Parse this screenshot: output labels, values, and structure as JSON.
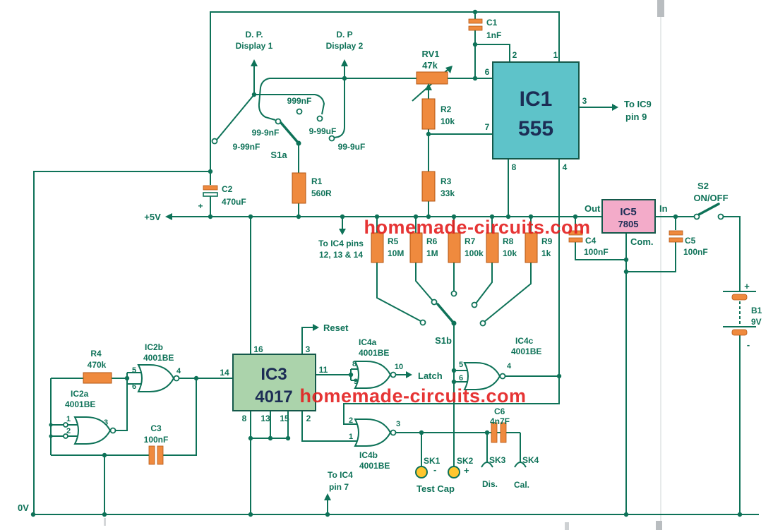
{
  "title": "capacitance meter schematic",
  "colors": {
    "wire_green": "#0e7258",
    "component_orange": "#ef8a3e",
    "ic1_fill": "#5ec3c9",
    "ic3_fill": "#abd3ab",
    "ic5_fill": "#f3abc9",
    "ic_text_navy": "#1c2d55",
    "watermark_red": "#e41f1f",
    "socket_yellow": "#ffc62e"
  },
  "watermark": {
    "text": "homemade-circuits.com"
  },
  "power": {
    "plus5v": "+5V",
    "zerov": "0V"
  },
  "displays": {
    "dp1_line1": "D. P.",
    "dp1_line2": "Display 1",
    "dp2_line1": "D. P",
    "dp2_line2": "Display 2"
  },
  "s1a": {
    "label": "S1a",
    "pos_top": "999nF",
    "pos_left": "99-9nF",
    "pos_right": "9-99uF",
    "pos_far_left": "9-99nF",
    "pos_far_right": "99-9uF"
  },
  "s1b": {
    "label": "S1b"
  },
  "s2": {
    "label": "S2",
    "mode": "ON/OFF"
  },
  "battery": {
    "name": "B1",
    "voltage": "9V",
    "plus": "+",
    "minus": "-"
  },
  "resistors": {
    "r1": {
      "name": "R1",
      "value": "560R"
    },
    "r2": {
      "name": "R2",
      "value": "10k"
    },
    "r3": {
      "name": "R3",
      "value": "33k"
    },
    "r4": {
      "name": "R4",
      "value": "470k"
    },
    "r5": {
      "name": "R5",
      "value": "10M"
    },
    "r6": {
      "name": "R6",
      "value": "1M"
    },
    "r7": {
      "name": "R7",
      "value": "100k"
    },
    "r8": {
      "name": "R8",
      "value": "10k"
    },
    "r9": {
      "name": "R9",
      "value": "1k"
    },
    "rv1": {
      "name": "RV1",
      "value": "47k"
    }
  },
  "capacitors": {
    "c1": {
      "name": "C1",
      "value": "1nF"
    },
    "c2": {
      "name": "C2",
      "value": "470uF",
      "plus": "+"
    },
    "c3": {
      "name": "C3",
      "value": "100nF"
    },
    "c4": {
      "name": "C4",
      "value": "100nF"
    },
    "c5": {
      "name": "C5",
      "value": "100nF"
    },
    "c6": {
      "name": "C6",
      "value": "4n7F"
    }
  },
  "ics": {
    "ic1": {
      "name": "IC1",
      "part": "555",
      "pins": {
        "p1": "1",
        "p2": "2",
        "p3": "3",
        "p4": "4",
        "p6": "6",
        "p7": "7",
        "p8": "8"
      }
    },
    "ic2a": {
      "name": "IC2a",
      "part": "4001BE",
      "pins": {
        "in1": "1",
        "in2": "2",
        "out": "3"
      }
    },
    "ic2b": {
      "name": "IC2b",
      "part": "4001BE",
      "pins": {
        "in1": "5",
        "in2": "6",
        "out": "4"
      }
    },
    "ic3": {
      "name": "IC3",
      "part": "4017",
      "pins": {
        "p16": "16",
        "p3": "3",
        "p14": "14",
        "p11": "11",
        "p8": "8",
        "p13": "13",
        "p15": "15",
        "p2": "2"
      }
    },
    "ic4a": {
      "name": "IC4a",
      "part": "4001BE",
      "pins": {
        "in1": "8",
        "in2": "9",
        "out": "10"
      }
    },
    "ic4b": {
      "name": "IC4b",
      "part": "4001BE",
      "pins": {
        "in1": "2",
        "in2": "1",
        "out": "3"
      }
    },
    "ic4c": {
      "name": "IC4c",
      "part": "4001BE",
      "pins": {
        "in1": "5",
        "in2": "6",
        "out": "4"
      }
    },
    "ic5": {
      "name": "IC5",
      "part": "7805",
      "pins": {
        "out": "Out",
        "in": "In",
        "com": "Com."
      }
    }
  },
  "annotations": {
    "to_ic9_1": "To IC9",
    "to_ic9_2": "pin 9",
    "to_ic4_pins_1": "To IC4 pins",
    "to_ic4_pins_2": "12, 13 & 14",
    "to_ic4_pin7_1": "To IC4",
    "to_ic4_pin7_2": "pin 7",
    "reset": "Reset",
    "latch": "Latch"
  },
  "sockets": {
    "sk1": "SK1",
    "sk2": "SK2",
    "sk3": "SK3",
    "sk4": "SK4",
    "sk1_sign": "-",
    "sk2_sign": "+",
    "test_cap": "Test Cap",
    "dis": "Dis.",
    "cal": "Cal."
  }
}
